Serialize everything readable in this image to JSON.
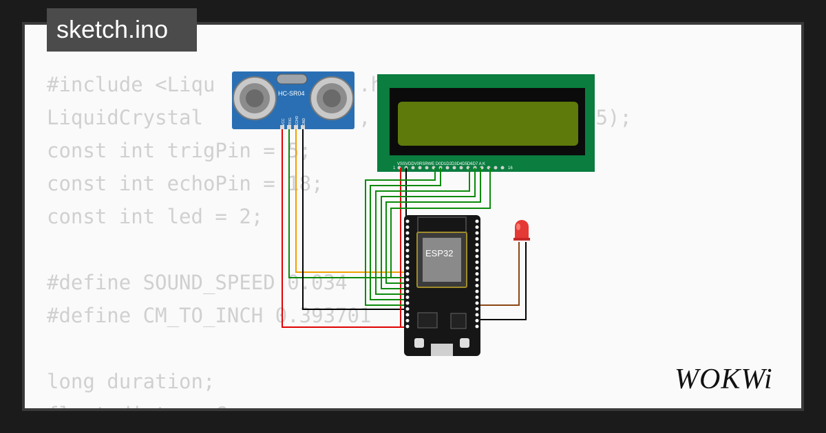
{
  "file_title": "sketch.ino",
  "code_lines": [
    "#include <Liqu",
    ".h",
    "LiquidCrystal",
    ",",
    "25);",
    "const int trigPin = 5;",
    "const int echoPin = 18;",
    "const int led = 2;",
    "#define SOUND_SPEED 0.034",
    "#define CM_TO_INCH 0.393701",
    "long duration;",
    "float distanceCm;"
  ],
  "components": {
    "sensor_label": "HC-SR04",
    "sensor_pins": [
      "VCC",
      "TRIG",
      "ECHO",
      "GND"
    ],
    "mcu_label": "ESP32",
    "lcd_pin_labels": "VSSVDDV0RSRWE D0D1D2D3D4D5D6D7 A K",
    "lcd_pin_first": "1",
    "lcd_pin_last": "16"
  },
  "brand": "WOKWi",
  "colors": {
    "background": "#1b1b1b",
    "card": "#fafafa",
    "code_text": "#d0d0d0",
    "badge": "#4b4b4b",
    "pcb_green": "#0a7d3f",
    "lcd_screen": "#5d7a0a",
    "sensor_blue": "#2a6fb3",
    "wire_red": "#e00000",
    "wire_orange": "#f0a000",
    "wire_green": "#0a8a0a",
    "wire_black": "#000000",
    "wire_brown": "#8b4513"
  }
}
